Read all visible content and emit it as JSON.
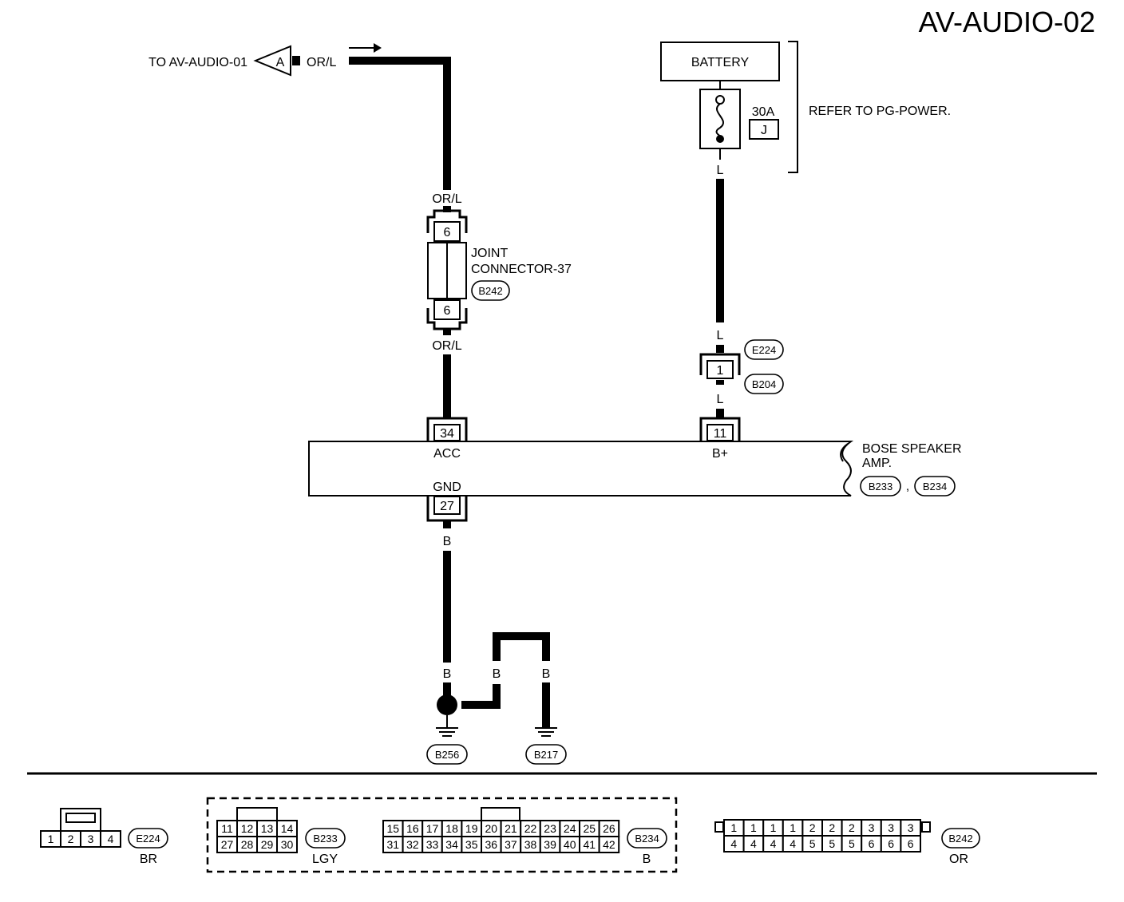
{
  "title": "AV-AUDIO-02",
  "offpage": {
    "to_label": "TO AV-AUDIO-01",
    "letter": "A"
  },
  "wires": {
    "orl": "OR/L",
    "l": "L",
    "b": "B"
  },
  "joint": {
    "pin_top": "6",
    "pin_bottom": "6",
    "label1": "JOINT",
    "label2": "CONNECTOR-37",
    "ref": "B242"
  },
  "battery": {
    "label": "BATTERY",
    "refer_note": "REFER TO PG-POWER."
  },
  "fuse": {
    "rating": "30A",
    "location": "J"
  },
  "inline": {
    "pin": "1",
    "ref_top": "E224",
    "ref_bottom": "B204"
  },
  "amp": {
    "pin_acc": "34",
    "pin_bplus": "11",
    "pin_gnd": "27",
    "acc_label": "ACC",
    "bplus_label": "B+",
    "gnd_label": "GND",
    "label1": "BOSE SPEAKER",
    "label2": "AMP.",
    "ref1": "B233",
    "sep": ",",
    "ref2": "B234"
  },
  "grounds": [
    "B256",
    "B217"
  ],
  "connectors": {
    "e224": {
      "ref": "E224",
      "color": "BR",
      "rows": [
        [
          "1",
          "2",
          "3",
          "4"
        ]
      ]
    },
    "b233": {
      "ref": "B233",
      "color": "LGY",
      "rows": [
        [
          "11",
          "12",
          "13",
          "14"
        ],
        [
          "27",
          "28",
          "29",
          "30"
        ]
      ]
    },
    "b234": {
      "ref": "B234",
      "color": "B",
      "rows": [
        [
          "15",
          "16",
          "17",
          "18",
          "19",
          "20",
          "21",
          "22",
          "23",
          "24",
          "25",
          "26"
        ],
        [
          "31",
          "32",
          "33",
          "34",
          "35",
          "36",
          "37",
          "38",
          "39",
          "40",
          "41",
          "42"
        ]
      ]
    },
    "b242": {
      "ref": "B242",
      "color": "OR",
      "rows": [
        [
          "1",
          "1",
          "1",
          "1",
          "2",
          "2",
          "2",
          "3",
          "3",
          "3"
        ],
        [
          "4",
          "4",
          "4",
          "4",
          "5",
          "5",
          "5",
          "6",
          "6",
          "6"
        ]
      ]
    }
  }
}
